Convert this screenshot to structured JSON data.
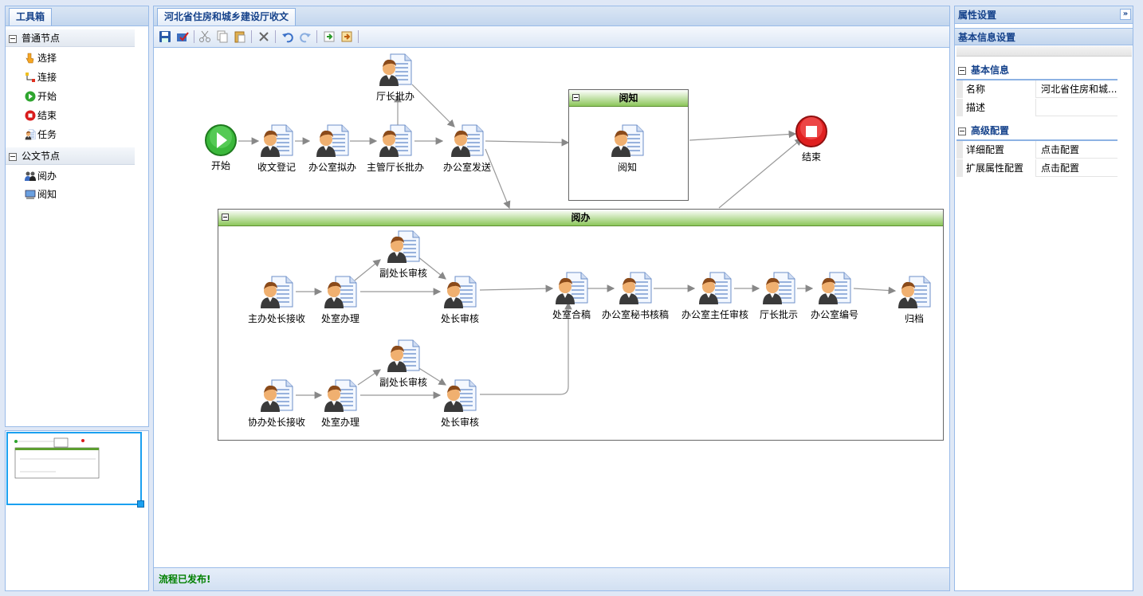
{
  "toolbox": {
    "tab_label": "工具箱",
    "sections": [
      {
        "title": "普通节点",
        "items": [
          {
            "label": "选择",
            "icon": "pointer-icon"
          },
          {
            "label": "连接",
            "icon": "connector-icon"
          },
          {
            "label": "开始",
            "icon": "start-icon"
          },
          {
            "label": "结束",
            "icon": "end-icon"
          },
          {
            "label": "任务",
            "icon": "task-icon"
          }
        ]
      },
      {
        "title": "公文节点",
        "items": [
          {
            "label": "阅办",
            "icon": "group-read-handle-icon"
          },
          {
            "label": "阅知",
            "icon": "group-read-notify-icon"
          }
        ]
      }
    ]
  },
  "designer": {
    "tab_label": "河北省住房和城乡建设厅收文",
    "toolbar": [
      "save-icon",
      "publish-icon",
      "cut-icon",
      "copy-icon",
      "paste-icon",
      "delete-icon",
      "undo-icon",
      "redo-icon",
      "import-icon",
      "export-icon"
    ],
    "status": "流程已发布!",
    "nodes": {
      "start": "开始",
      "receive": "收文登记",
      "office_draft": "办公室拟办",
      "director_approve": "主管厅长批办",
      "hall_approve": "厅长批办",
      "office_send": "办公室发送",
      "end": "结束",
      "notify": "阅知",
      "m_receive": "主办处长接收",
      "m_handle": "处室办理",
      "m_deputy": "副处长审核",
      "m_chief": "处长审核",
      "merge": "处室合稿",
      "secretary": "办公室秘书核稿",
      "office_director": "办公室主任审核",
      "hall_instruct": "厅长批示",
      "numbering": "办公室编号",
      "archive": "归档",
      "c_receive": "协办处长接收",
      "c_handle": "处室办理",
      "c_deputy": "副处长审核",
      "c_chief": "处长审核"
    },
    "groups": {
      "notify_title": "阅知",
      "handle_title": "阅办"
    }
  },
  "properties": {
    "panel_title": "属性设置",
    "subtitle": "基本信息设置",
    "basic_title": "基本信息",
    "basic_rows": [
      {
        "key": "名称",
        "value": "河北省住房和城..."
      },
      {
        "key": "描述",
        "value": ""
      }
    ],
    "advanced_title": "高级配置",
    "advanced_rows": [
      {
        "key": "详细配置",
        "value": "点击配置"
      },
      {
        "key": "扩展属性配置",
        "value": "点击配置"
      }
    ]
  }
}
